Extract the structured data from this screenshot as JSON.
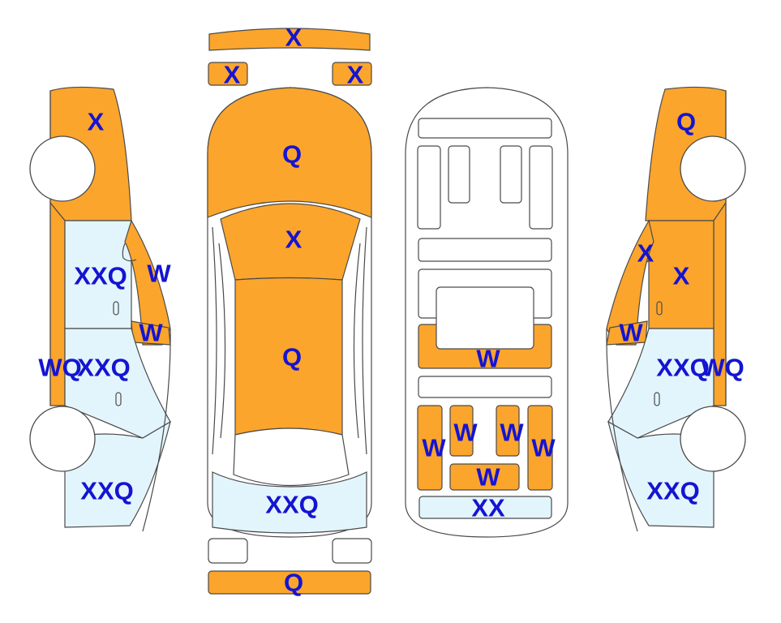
{
  "colors": {
    "damaged_panel": "#FBA52C",
    "glass_panel": "#E3F5FC",
    "code_text": "#1414d2",
    "outline": "#4a4a4a"
  },
  "labels": {
    "top_mirror_center": "X",
    "top_mirror_left": "X",
    "top_mirror_right": "X",
    "top_hood": "Q",
    "top_windshield": "X",
    "top_roof": "Q",
    "top_rear_window": "XXQ",
    "top_rear_bumper": "Q",
    "left_front_fender": "X",
    "left_front_window": "XXQ",
    "left_a_pillar": "W",
    "left_mirror": "W",
    "left_rocker": "WQ",
    "left_rear_window": "XXQ",
    "left_quarter": "XXQ",
    "right_front_fender": "Q",
    "right_mirror_small": "X",
    "right_front_door": "X",
    "right_a_pillar": "W",
    "right_rear_door": "XXQ",
    "right_rocker": "WQ",
    "right_quarter": "XXQ",
    "interior_console": "W",
    "interior_seat_outer_left": "W",
    "interior_seat_inner_left": "W",
    "interior_seat_inner_right": "W",
    "interior_seat_outer_right": "W",
    "interior_rear_bench": "W",
    "interior_trunk": "XX"
  }
}
